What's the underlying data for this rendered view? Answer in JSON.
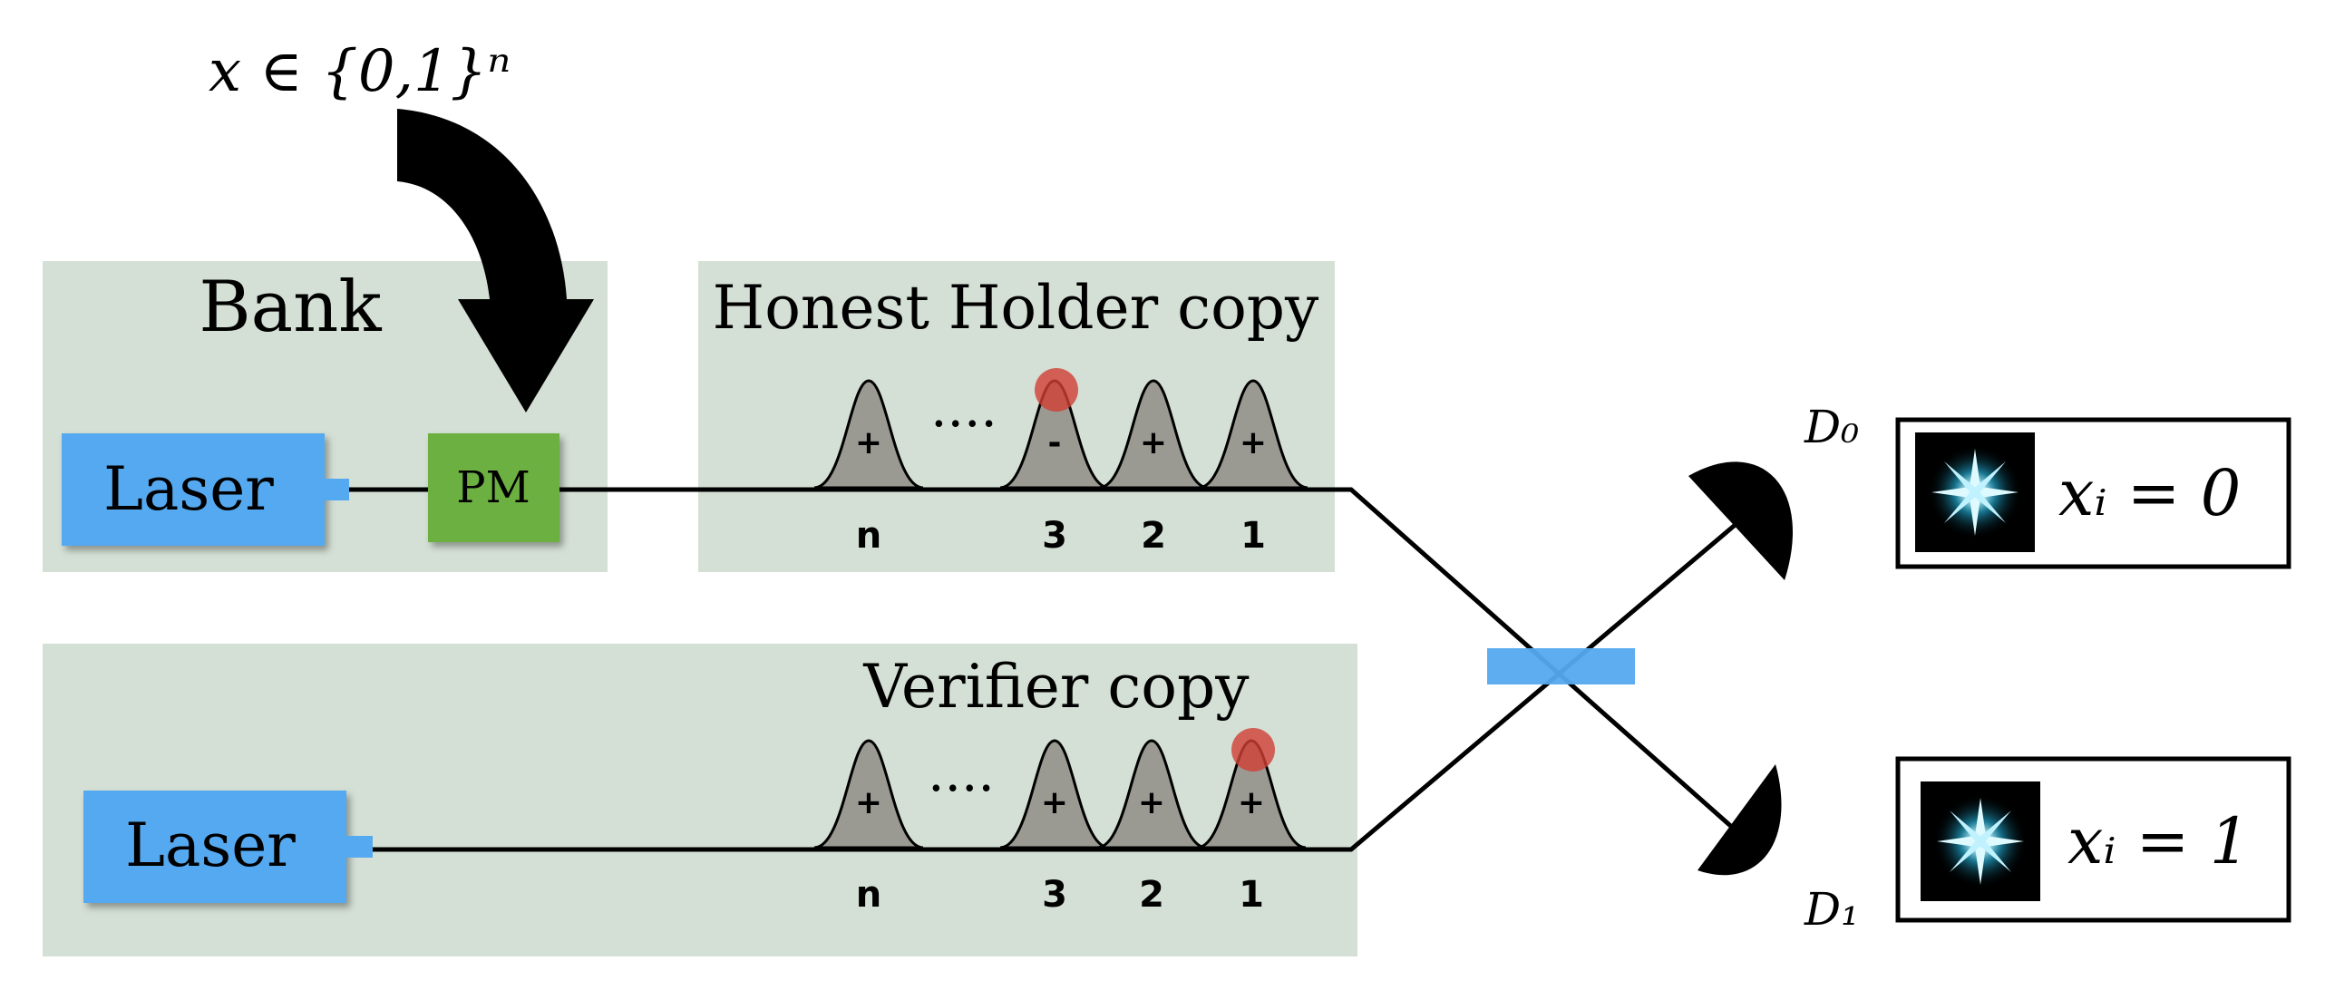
{
  "input_label": "x ∈ {0,1}ⁿ",
  "bank": {
    "title": "Bank",
    "laser_label": "Laser",
    "modulator_label": "PM"
  },
  "holder": {
    "title": "Honest Holder copy",
    "pulses": [
      {
        "index": "n",
        "sign": "+",
        "marked": false
      },
      {
        "index": "3",
        "sign": "-",
        "marked": true
      },
      {
        "index": "2",
        "sign": "+",
        "marked": false
      },
      {
        "index": "1",
        "sign": "+",
        "marked": false
      }
    ],
    "ellipsis": "...."
  },
  "verifier": {
    "title": "Verifier copy",
    "laser_label": "Laser",
    "pulses": [
      {
        "index": "n",
        "sign": "+",
        "marked": false
      },
      {
        "index": "3",
        "sign": "+",
        "marked": false
      },
      {
        "index": "2",
        "sign": "+",
        "marked": false
      },
      {
        "index": "1",
        "sign": "+",
        "marked": true
      }
    ],
    "ellipsis": "...."
  },
  "detectors": [
    {
      "name": "D₀",
      "outcome": "xᵢ = 0"
    },
    {
      "name": "D₁",
      "outcome": "xᵢ = 1"
    }
  ],
  "colors": {
    "panel": "#d4e0d5",
    "laser": "#55a9f0",
    "modulator": "#6cb043",
    "beam_splitter": "#55a9f0",
    "pulse_fill": "#9a9a93",
    "marker": "#cf3f35"
  }
}
